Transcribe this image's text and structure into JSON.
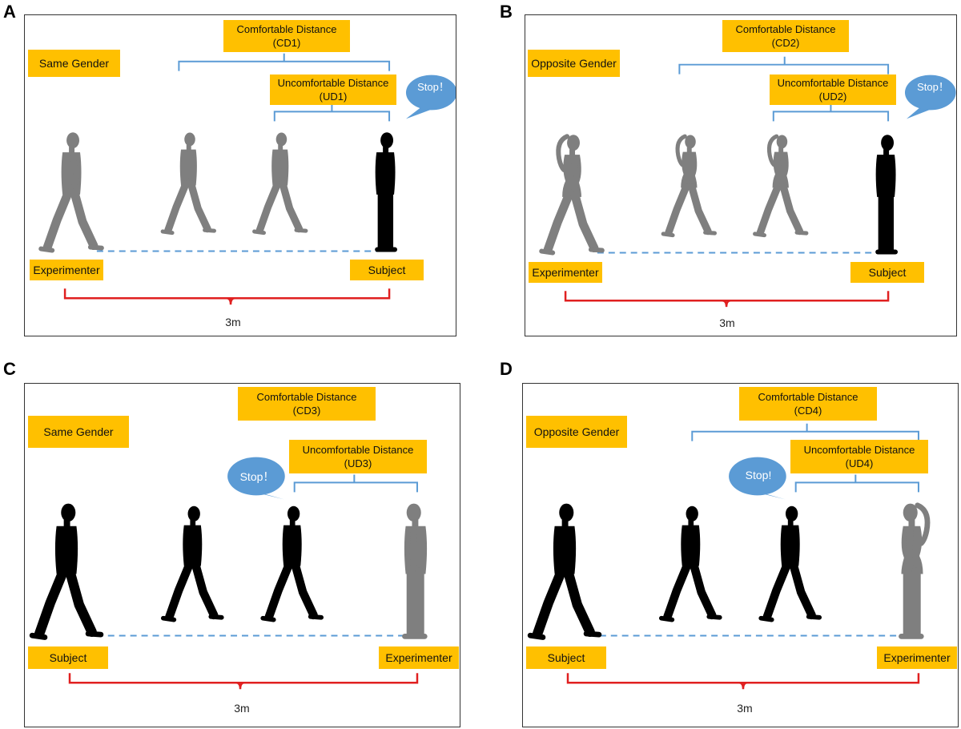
{
  "panels": [
    {
      "letter": "A",
      "gender": "Same Gender",
      "cd_title": "Comfortable Distance",
      "cd_code": "(CD1)",
      "ud_title": "Uncomfortable Distance",
      "ud_code": "(UD1)",
      "stop": "Stop！",
      "left_role": "Experimenter",
      "right_role": "Subject",
      "distance": "3m",
      "colors": {
        "walker": "#7f7f7f",
        "stander": "#000000"
      },
      "walker_female": false,
      "stander_female": false
    },
    {
      "letter": "B",
      "gender": "Opposite Gender",
      "cd_title": "Comfortable Distance",
      "cd_code": "(CD2)",
      "ud_title": "Uncomfortable Distance",
      "ud_code": "(UD2)",
      "stop": "Stop！",
      "left_role": "Experimenter",
      "right_role": "Subject",
      "distance": "3m",
      "colors": {
        "walker": "#7f7f7f",
        "stander": "#000000"
      },
      "walker_female": true,
      "stander_female": false
    },
    {
      "letter": "C",
      "gender": "Same Gender",
      "cd_title": "Comfortable Distance",
      "cd_code": "(CD3)",
      "ud_title": "Uncomfortable Distance",
      "ud_code": "(UD3)",
      "stop": "Stop！",
      "left_role": "Subject",
      "right_role": "Experimenter",
      "distance": "3m",
      "colors": {
        "walker": "#000000",
        "stander": "#7f7f7f"
      },
      "walker_female": false,
      "stander_female": false
    },
    {
      "letter": "D",
      "gender": "Opposite Gender",
      "cd_title": "Comfortable Distance",
      "cd_code": "(CD4)",
      "ud_title": "Uncomfortable Distance",
      "ud_code": "(UD4)",
      "stop": "Stop!",
      "left_role": "Subject",
      "right_role": "Experimenter",
      "distance": "3m",
      "colors": {
        "walker": "#000000",
        "stander": "#7f7f7f"
      },
      "walker_female": false,
      "stander_female": true
    }
  ],
  "colors": {
    "label_box": "#FFC000",
    "bracket_blue": "#5B9BD5",
    "bracket_red": "#E02020",
    "bubble": "#5B9BD5"
  }
}
